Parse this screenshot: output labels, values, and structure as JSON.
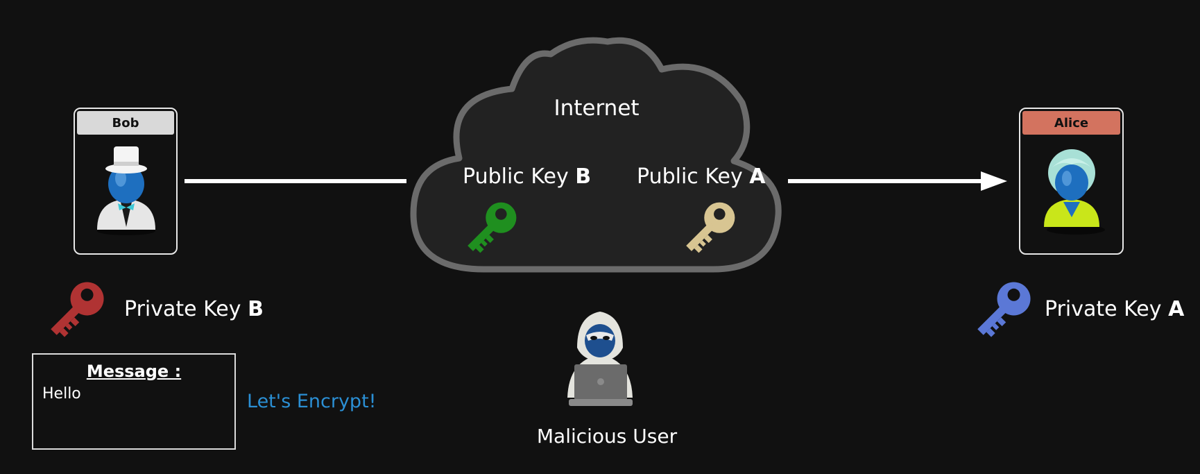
{
  "bob": {
    "label": "Bob",
    "label_color": "#d9d9d9"
  },
  "alice": {
    "label": "Alice",
    "label_color": "#d3735f"
  },
  "cloud": {
    "title": "Internet"
  },
  "public_key_b": {
    "prefix": "Public Key ",
    "letter": "B",
    "color": "#1f8f1f"
  },
  "public_key_a": {
    "prefix": "Public Key ",
    "letter": "A",
    "color": "#d8c592"
  },
  "private_key_b": {
    "prefix": "Private Key ",
    "letter": "B",
    "color": "#b03333"
  },
  "private_key_a": {
    "prefix": "Private Key ",
    "letter": "A",
    "color": "#5b78d6"
  },
  "message": {
    "title": "Message :",
    "body": "Hello"
  },
  "encrypt_label": "Let's Encrypt!",
  "attacker": {
    "label": "Malicious User"
  },
  "icons": [
    "user-bob-icon",
    "user-alice-icon",
    "cloud-icon",
    "key-icon",
    "hacker-laptop-icon",
    "arrow-right-icon"
  ]
}
